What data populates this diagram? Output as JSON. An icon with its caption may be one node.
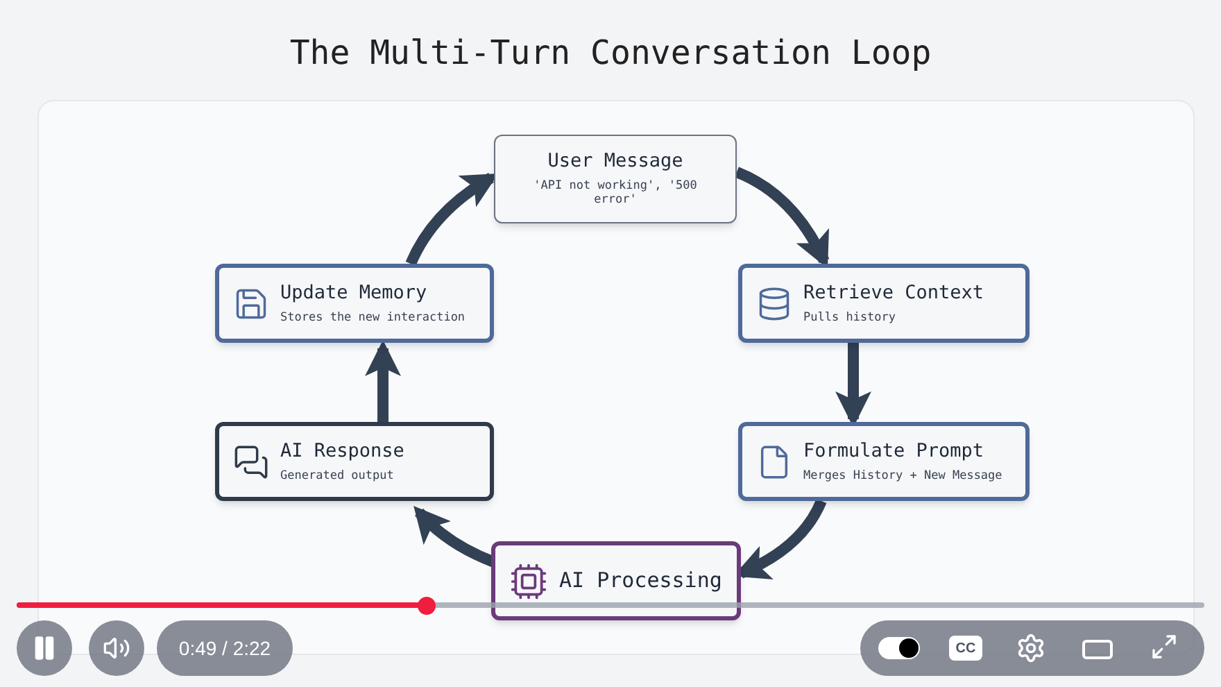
{
  "diagram": {
    "title": "The Multi-Turn Conversation Loop",
    "nodes": [
      {
        "text": [
          "User Message",
          "'API not working', '500 error'"
        ]
      },
      {
        "text": [
          "Retrieve Context",
          "Pulls history"
        ]
      },
      {
        "text": [
          "Formulate Prompt",
          "Merges History + New Message"
        ]
      },
      {
        "text": [
          "AI Processing"
        ]
      },
      {
        "text": [
          "AI Response",
          "Generated output"
        ]
      },
      {
        "text": [
          "Update Memory",
          "Stores the new interaction"
        ]
      }
    ],
    "edges": [
      {
        "from": 0,
        "to": 1,
        "arrow": "to"
      },
      {
        "from": 1,
        "to": 2,
        "arrow": "to"
      },
      {
        "from": 2,
        "to": 3,
        "arrow": "to"
      },
      {
        "from": 3,
        "to": 4,
        "arrow": "to"
      },
      {
        "from": 4,
        "to": 5,
        "arrow": "to"
      },
      {
        "from": 5,
        "to": 0,
        "arrow": "to"
      }
    ],
    "labels": [
      "0:49 / 2:22",
      "CC"
    ]
  }
}
